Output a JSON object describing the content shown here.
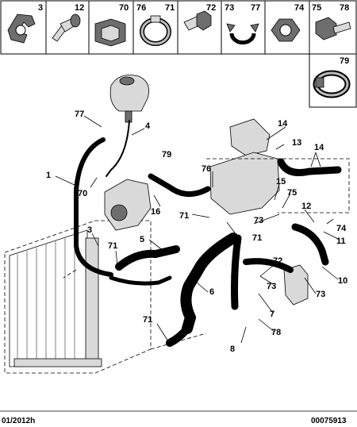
{
  "header_parts": [
    {
      "num": "3",
      "icon": "hose-clip-bracket-icon"
    },
    {
      "num": "12",
      "icon": "push-rivet-icon"
    },
    {
      "num": "70",
      "icon": "mounting-clip-icon"
    },
    {
      "num": "76",
      "icon": "hose-clamp-icon"
    },
    {
      "num": "71",
      "icon": "spring-clamp-icon"
    },
    {
      "num": "72",
      "icon": "hex-bolt-icon"
    },
    {
      "num": "73",
      "icon": "hose-clip-icon"
    },
    {
      "num": "77",
      "icon": "hose-clip-icon"
    },
    {
      "num": "74",
      "icon": "hex-nut-icon"
    },
    {
      "num": "75",
      "icon": "flange-bolt-icon"
    },
    {
      "num": "78",
      "icon": "flange-bolt-icon"
    }
  ],
  "extra_part": {
    "num": "79",
    "icon": "band-clamp-icon"
  },
  "callouts": {
    "c1": "1",
    "c3": "3",
    "c4": "4",
    "c5": "5",
    "c6": "6",
    "c7": "7",
    "c8": "8",
    "c10": "10",
    "c11": "11",
    "c12": "12",
    "c13": "13",
    "c14a": "14",
    "c14b": "14",
    "c15": "15",
    "c16": "16",
    "c70": "70",
    "c71a": "71",
    "c71b": "71",
    "c71c": "71",
    "c71d": "71",
    "c72": "72",
    "c73a": "73",
    "c73b": "73",
    "c73c": "73",
    "c74": "74",
    "c75": "75",
    "c76": "76",
    "c77": "77",
    "c78": "78",
    "c79": "79"
  },
  "footer": {
    "date": "01/2012h",
    "ref": "00075913"
  }
}
